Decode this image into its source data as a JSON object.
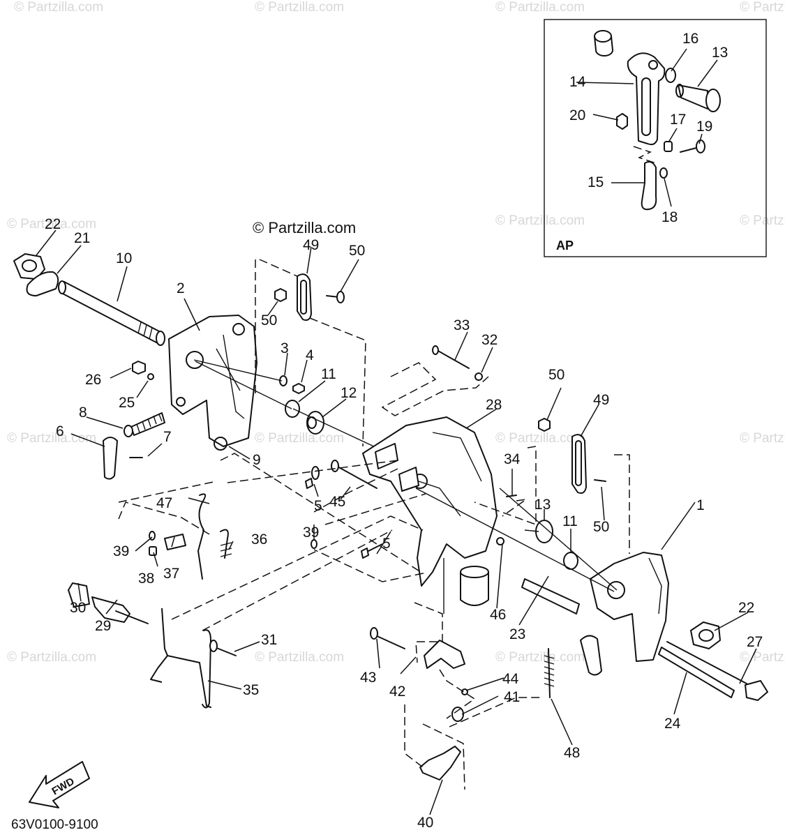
{
  "watermark": "© Partzilla.com",
  "copyright": "© Partzilla.com",
  "drawing_code": "63V0100-9100",
  "inset_label": "AP",
  "fwd_label": "FWD",
  "callouts": {
    "n1": "1",
    "n2": "2",
    "n3": "3",
    "n4": "4",
    "n5a": "5",
    "n5b": "5",
    "n6": "6",
    "n7": "7",
    "n8": "8",
    "n9": "9",
    "n10": "10",
    "n11a": "11",
    "n11b": "11",
    "n12": "12",
    "n13a": "13",
    "n13b": "13",
    "n14": "14",
    "n15": "15",
    "n16": "16",
    "n17": "17",
    "n18": "18",
    "n19": "19",
    "n20": "20",
    "n21": "21",
    "n22a": "22",
    "n22b": "22",
    "n23": "23",
    "n24": "24",
    "n25": "25",
    "n26": "26",
    "n27": "27",
    "n28": "28",
    "n29": "29",
    "n30": "30",
    "n31": "31",
    "n32": "32",
    "n33": "33",
    "n34": "34",
    "n35": "35",
    "n36": "36",
    "n37": "37",
    "n38": "38",
    "n39a": "39",
    "n39b": "39",
    "n40": "40",
    "n41": "41",
    "n42": "42",
    "n43": "43",
    "n44": "44",
    "n45": "45",
    "n46": "46",
    "n47": "47",
    "n48": "48",
    "n49a": "49",
    "n49b": "49",
    "n50a": "50",
    "n50b": "50",
    "n50c": "50"
  }
}
